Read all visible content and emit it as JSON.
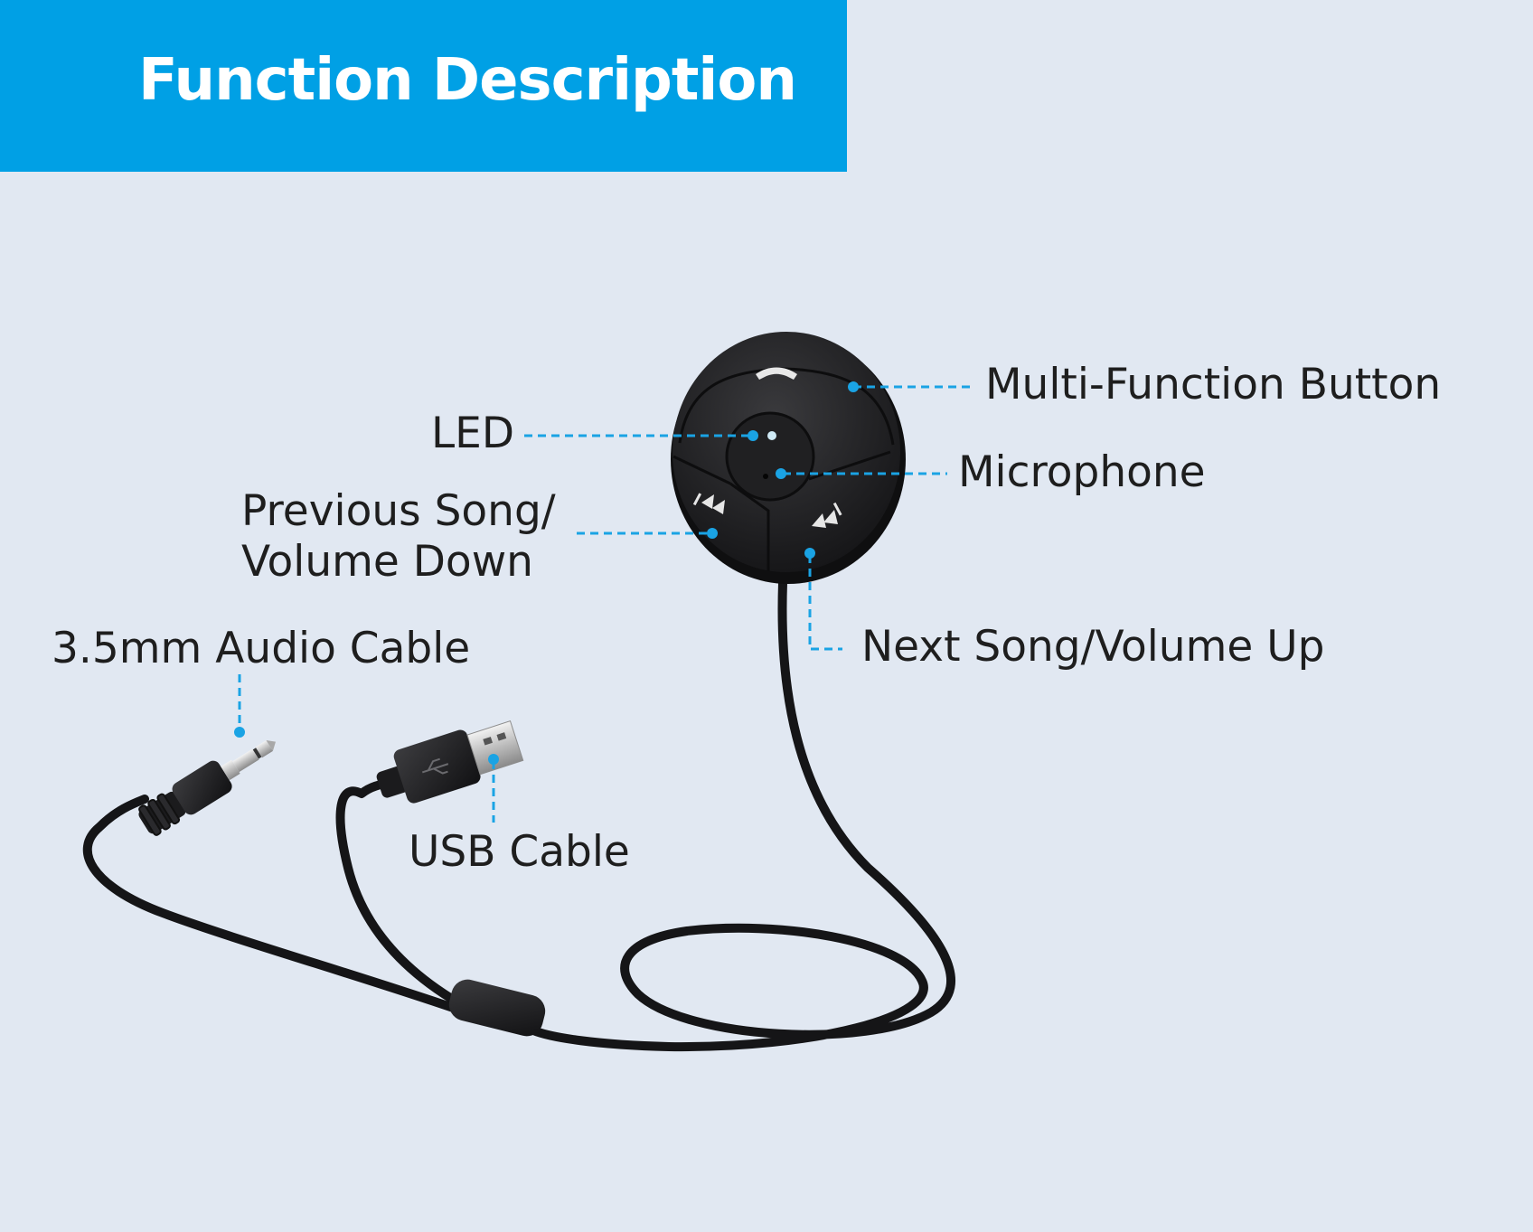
{
  "header": {
    "title": "Function Description"
  },
  "callouts": {
    "multi_function": "Multi-Function Button",
    "led": "LED",
    "microphone": "Microphone",
    "previous_line1": "Previous Song/",
    "previous_line2": "Volume Down",
    "next": "Next Song/Volume Up",
    "audio_cable": "3.5mm Audio Cable",
    "usb_cable": "USB Cable"
  },
  "colors": {
    "background": "#e1e8f2",
    "banner": "#00a0e5",
    "leader": "#1aa3e4",
    "device": "#1c1c1e"
  },
  "icons": [
    "phone-icon",
    "previous-icon",
    "next-icon",
    "usb-logo-icon"
  ]
}
